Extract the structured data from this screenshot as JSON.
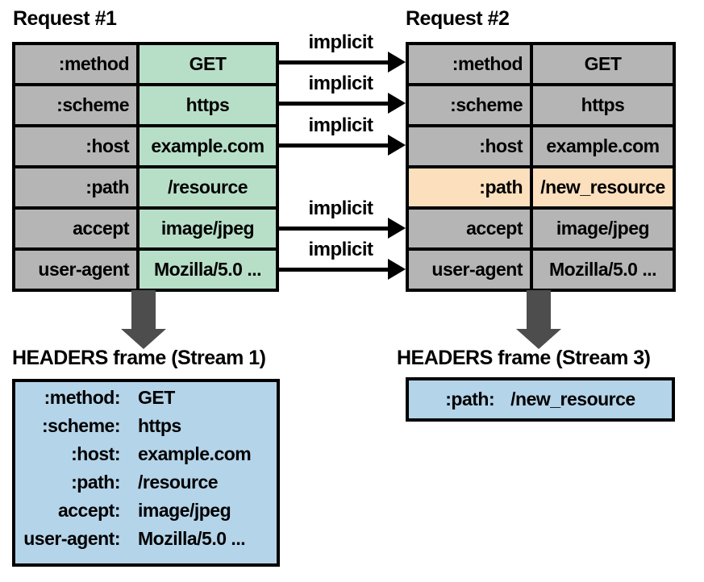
{
  "colors": {
    "table_label_bg": "#b5b5b5",
    "request1_value_bg": "#b7dfc8",
    "changed_row_bg": "#fce0bd",
    "frame_box_bg": "#b4d4e9",
    "down_arrow": "#4d4d4d",
    "border": "#000000"
  },
  "request1": {
    "title": "Request #1",
    "rows": [
      {
        "key": ":method",
        "value": "GET"
      },
      {
        "key": ":scheme",
        "value": "https"
      },
      {
        "key": ":host",
        "value": "example.com"
      },
      {
        "key": ":path",
        "value": "/resource"
      },
      {
        "key": "accept",
        "value": "image/jpeg"
      },
      {
        "key": "user-agent",
        "value": "Mozilla/5.0 ..."
      }
    ]
  },
  "request2": {
    "title": "Request #2",
    "highlighted_row": ":path",
    "rows": [
      {
        "key": ":method",
        "value": "GET"
      },
      {
        "key": ":scheme",
        "value": "https"
      },
      {
        "key": ":host",
        "value": "example.com"
      },
      {
        "key": ":path",
        "value": "/new_resource"
      },
      {
        "key": "accept",
        "value": "image/jpeg"
      },
      {
        "key": "user-agent",
        "value": "Mozilla/5.0 ..."
      }
    ]
  },
  "arrows": {
    "label": "implicit"
  },
  "frame1": {
    "title": "HEADERS frame (Stream 1)",
    "lines": [
      {
        "key": ":method:",
        "value": "GET"
      },
      {
        "key": ":scheme:",
        "value": "https"
      },
      {
        "key": ":host:",
        "value": "example.com"
      },
      {
        "key": ":path:",
        "value": "/resource"
      },
      {
        "key": "accept:",
        "value": "image/jpeg"
      },
      {
        "key": "user-agent:",
        "value": "Mozilla/5.0 ..."
      }
    ]
  },
  "frame2": {
    "title": "HEADERS frame (Stream 3)",
    "line": {
      "key": ":path:",
      "value": "/new_resource"
    }
  }
}
